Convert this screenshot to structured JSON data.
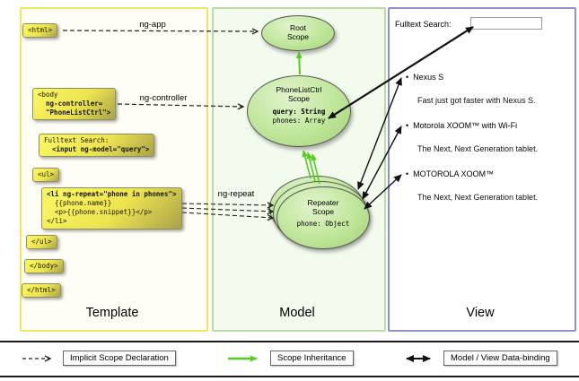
{
  "template": {
    "column_label": "Template",
    "snippets": {
      "html_open": [
        "<html>"
      ],
      "body_open": [
        "<body",
        "  ng-controller=",
        "  \"PhoneListCtrl\">"
      ],
      "fulltext_search": [
        "Fulltext Search:",
        "  <input ng-model=\"query\">"
      ],
      "ul_open": [
        "<ul>"
      ],
      "li_repeat": [
        "<li ng-repeat=\"phone in phones\">",
        "  {{phone.name}}",
        "  <p>{{phone.snippet}}</p>",
        "</li>"
      ],
      "ul_close": [
        "</ul>"
      ],
      "body_close": [
        "</body>"
      ],
      "html_close": [
        "</html>"
      ]
    }
  },
  "model": {
    "column_label": "Model",
    "root_scope": {
      "name": [
        "Root",
        "Scope"
      ]
    },
    "phonelistctrl_scope": {
      "name": [
        "PhoneListCtrl",
        "Scope"
      ],
      "props": [
        "query: String",
        "phones: Array"
      ]
    },
    "repeater_scope": {
      "name": [
        "Repeater",
        "Scope"
      ],
      "props": [
        "phone: Object"
      ]
    }
  },
  "view": {
    "column_label": "View",
    "search_label": "Fulltext Search:",
    "search_value": "",
    "items": [
      {
        "bullet": "•",
        "title": "Nexus S",
        "desc": "Fast just got faster with Nexus S."
      },
      {
        "bullet": "•",
        "title": "Motorola XOOM™ with Wi-Fi",
        "desc": "The Next, Next Generation tablet."
      },
      {
        "bullet": "•",
        "title": "MOTOROLA XOOM™",
        "desc": "The Next, Next Generation tablet."
      }
    ]
  },
  "arrow_labels": {
    "ng_app": "ng-app",
    "ng_controller": "ng-controller",
    "ng_repeat": "ng-repeat"
  },
  "legend": [
    {
      "label": "Implicit Scope Declaration"
    },
    {
      "label": "Scope Inheritance"
    },
    {
      "label": "Model / View Data-binding"
    }
  ],
  "colors": {
    "snippet_yellow": "#f2e95a",
    "scope_green": "#bfe69a",
    "inheritance_green": "#55cc22",
    "template_border": "#ece85f",
    "model_border": "#b9dba4",
    "view_border": "#8f90c5"
  }
}
